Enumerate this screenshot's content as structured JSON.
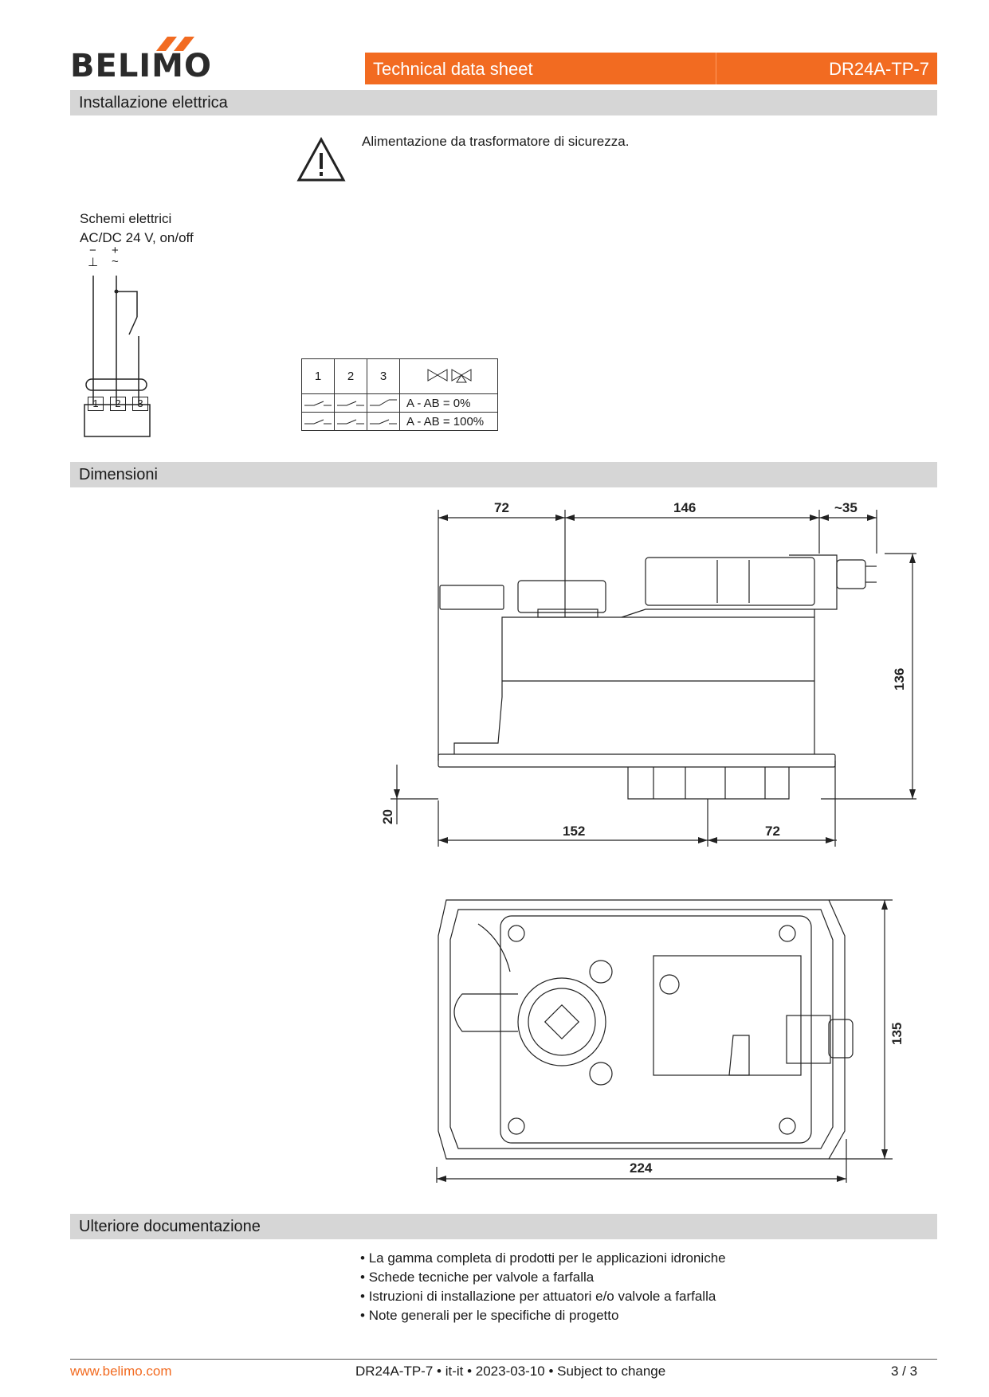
{
  "header": {
    "logo_text": "BELIMO",
    "title": "Technical data sheet",
    "model": "DR24A-TP-7"
  },
  "sections": {
    "installation": "Installazione elettrica",
    "dimensions": "Dimensioni",
    "documentation": "Ulteriore documentazione"
  },
  "installation": {
    "warning_text": "Alimentazione da trasformatore di sicurezza.",
    "wiring_title": "Schemi elettrici",
    "wiring_subtitle": "AC/DC 24 V, on/off",
    "terminal_minus": "−",
    "terminal_ground": "⊥",
    "terminal_plus": "+",
    "terminal_tilde": "~",
    "terminals": [
      "1",
      "2",
      "3"
    ],
    "table": {
      "headers": [
        "1",
        "2",
        "3"
      ],
      "rows": [
        "A - AB = 0%",
        "A - AB = 100%"
      ]
    }
  },
  "dimensions": {
    "labels": [
      "72",
      "146",
      "~35",
      "136",
      "20",
      "152",
      "72",
      "135",
      "224"
    ]
  },
  "documentation": {
    "items": [
      "La gamma completa di prodotti per le applicazioni idroniche",
      "Schede tecniche per valvole a farfalla",
      "Istruzioni di installazione per attuatori e/o valvole a farfalla",
      "Note generali per le specifiche di progetto"
    ]
  },
  "footer": {
    "website": "www.belimo.com",
    "doc_info": "DR24A-TP-7 • it-it • 2023-03-10 • Subject to change",
    "page": "3 / 3"
  },
  "colors": {
    "accent": "#f26b21",
    "section_bg": "#d6d6d6"
  }
}
